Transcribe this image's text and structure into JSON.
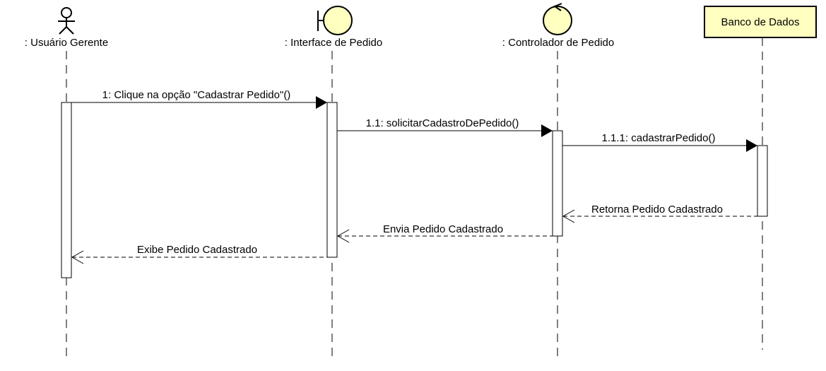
{
  "diagram": {
    "participants": [
      {
        "id": "actor",
        "kind": "actor",
        "label": ": Usuário Gerente"
      },
      {
        "id": "boundary",
        "kind": "boundary",
        "label": ": Interface de Pedido"
      },
      {
        "id": "control",
        "kind": "control",
        "label": ": Controlador de Pedido"
      },
      {
        "id": "database",
        "kind": "box",
        "label": "Banco de Dados"
      }
    ],
    "messages": [
      {
        "from": "actor",
        "to": "boundary",
        "label": "1: Clique na opção \"Cadastrar Pedido\"()",
        "type": "sync"
      },
      {
        "from": "boundary",
        "to": "control",
        "label": "1.1: solicitarCadastroDePedido()",
        "type": "sync"
      },
      {
        "from": "control",
        "to": "database",
        "label": "1.1.1: cadastrarPedido()",
        "type": "sync"
      },
      {
        "from": "database",
        "to": "control",
        "label": "Retorna Pedido Cadastrado",
        "type": "return"
      },
      {
        "from": "control",
        "to": "boundary",
        "label": "Envia Pedido Cadastrado",
        "type": "return"
      },
      {
        "from": "boundary",
        "to": "actor",
        "label": "Exibe Pedido Cadastrado",
        "type": "return"
      }
    ],
    "colors": {
      "shape_fill": "#ffffc0",
      "stroke": "#000000",
      "background": "#ffffff"
    }
  }
}
